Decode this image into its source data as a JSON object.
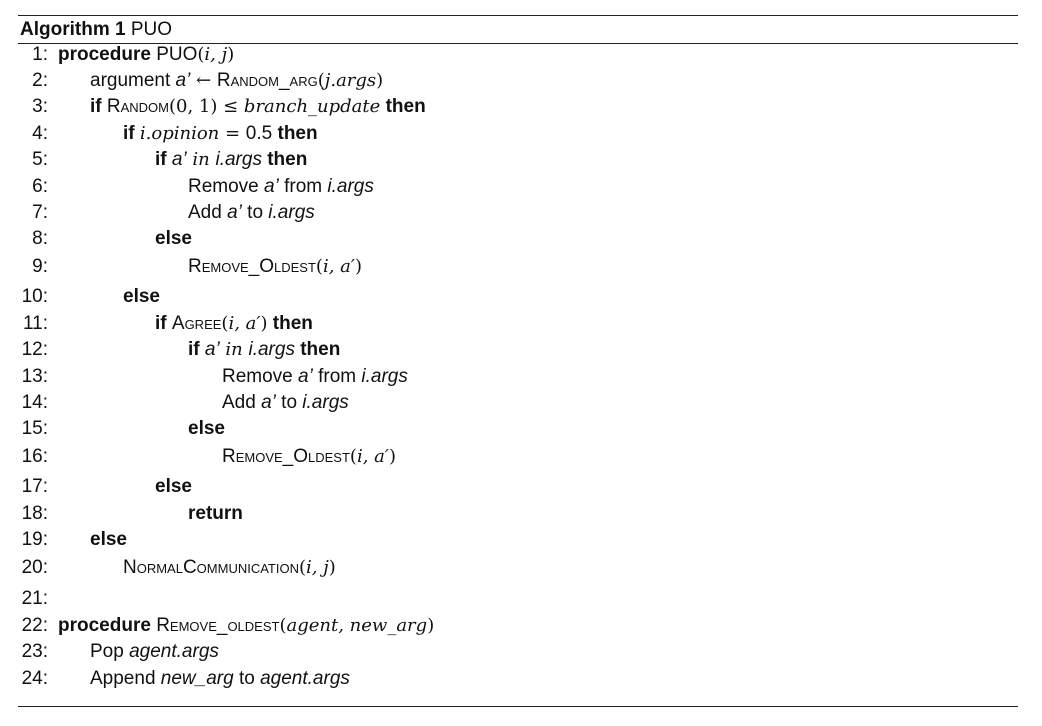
{
  "algorithm": {
    "label": "Algorithm 1",
    "name": "PUO"
  },
  "lines": [
    {
      "n": "1:",
      "indent": 0,
      "parts": [
        [
          "kw",
          "procedure"
        ],
        [
          "t",
          " PUO"
        ],
        [
          "mr",
          "("
        ],
        [
          "m",
          "i, j"
        ],
        [
          "mr",
          ")"
        ]
      ]
    },
    {
      "n": "2:",
      "indent": 1,
      "parts": [
        [
          "t",
          "argument "
        ],
        [
          "it",
          "a’"
        ],
        [
          "mr",
          " ← "
        ],
        [
          "sc",
          "Random_arg"
        ],
        [
          "mr",
          "("
        ],
        [
          "m",
          "j.args"
        ],
        [
          "mr",
          ")"
        ]
      ]
    },
    {
      "n": "3:",
      "indent": 1,
      "parts": [
        [
          "kw",
          "if"
        ],
        [
          "t",
          " "
        ],
        [
          "sc",
          "Random"
        ],
        [
          "mr",
          "(0, 1) ≤ "
        ],
        [
          "m",
          "branch_update"
        ],
        [
          "t",
          " "
        ],
        [
          "kw",
          "then"
        ]
      ]
    },
    {
      "n": "4:",
      "indent": 2,
      "parts": [
        [
          "kw",
          "if"
        ],
        [
          "t",
          " "
        ],
        [
          "m",
          "i.opinion"
        ],
        [
          "mr",
          " = "
        ],
        [
          "t",
          "0.5 "
        ],
        [
          "kw",
          "then"
        ]
      ]
    },
    {
      "n": "5:",
      "indent": 3,
      "parts": [
        [
          "kw",
          "if"
        ],
        [
          "t",
          " "
        ],
        [
          "it",
          "a’"
        ],
        [
          "m",
          " in "
        ],
        [
          "it",
          "i.args"
        ],
        [
          "t",
          " "
        ],
        [
          "kw",
          "then"
        ]
      ]
    },
    {
      "n": "6:",
      "indent": 4,
      "parts": [
        [
          "t",
          "Remove "
        ],
        [
          "it",
          "a’"
        ],
        [
          "t",
          " from "
        ],
        [
          "it",
          "i.args"
        ]
      ]
    },
    {
      "n": "7:",
      "indent": 4,
      "parts": [
        [
          "t",
          "Add "
        ],
        [
          "it",
          "a’"
        ],
        [
          "t",
          " to "
        ],
        [
          "it",
          "i.args"
        ]
      ]
    },
    {
      "n": "8:",
      "indent": 3,
      "parts": [
        [
          "kw",
          "else"
        ]
      ]
    },
    {
      "n": "9:",
      "indent": 4,
      "parts": [
        [
          "sc",
          "Remove_Oldest"
        ],
        [
          "mr",
          "("
        ],
        [
          "m",
          "i, a′"
        ],
        [
          "mr",
          ")"
        ]
      ]
    },
    {
      "n": "10:",
      "indent": 2,
      "parts": [
        [
          "kw",
          "else"
        ]
      ]
    },
    {
      "n": "11:",
      "indent": 3,
      "parts": [
        [
          "kw",
          "if"
        ],
        [
          "t",
          " "
        ],
        [
          "sc",
          "Agree"
        ],
        [
          "mr",
          "("
        ],
        [
          "m",
          "i, a′"
        ],
        [
          "mr",
          ")"
        ],
        [
          "t",
          " "
        ],
        [
          "kw",
          "then"
        ]
      ]
    },
    {
      "n": "12:",
      "indent": 4,
      "parts": [
        [
          "kw",
          "if"
        ],
        [
          "t",
          " "
        ],
        [
          "it",
          "a’"
        ],
        [
          "m",
          " in "
        ],
        [
          "it",
          "i.args"
        ],
        [
          "t",
          " "
        ],
        [
          "kw",
          "then"
        ]
      ]
    },
    {
      "n": "13:",
      "indent": 5,
      "parts": [
        [
          "t",
          "Remove "
        ],
        [
          "it",
          "a’"
        ],
        [
          "t",
          " from "
        ],
        [
          "it",
          "i.args"
        ]
      ]
    },
    {
      "n": "14:",
      "indent": 5,
      "parts": [
        [
          "t",
          "Add "
        ],
        [
          "it",
          "a’"
        ],
        [
          "t",
          " to "
        ],
        [
          "it",
          "i.args"
        ]
      ]
    },
    {
      "n": "15:",
      "indent": 4,
      "parts": [
        [
          "kw",
          "else"
        ]
      ]
    },
    {
      "n": "16:",
      "indent": 5,
      "parts": [
        [
          "sc",
          "Remove_Oldest"
        ],
        [
          "mr",
          "("
        ],
        [
          "m",
          "i, a′"
        ],
        [
          "mr",
          ")"
        ]
      ]
    },
    {
      "n": "17:",
      "indent": 3,
      "parts": [
        [
          "kw",
          "else"
        ]
      ]
    },
    {
      "n": "18:",
      "indent": 4,
      "parts": [
        [
          "kw",
          "return"
        ]
      ]
    },
    {
      "n": "19:",
      "indent": 1,
      "parts": [
        [
          "kw",
          "else"
        ]
      ]
    },
    {
      "n": "20:",
      "indent": 2,
      "parts": [
        [
          "sc",
          "NormalCommunication"
        ],
        [
          "mr",
          "("
        ],
        [
          "m",
          "i, j"
        ],
        [
          "mr",
          ")"
        ]
      ]
    },
    {
      "n": "21:",
      "indent": 0,
      "parts": []
    },
    {
      "n": "22:",
      "indent": 0,
      "parts": [
        [
          "kw",
          "procedure"
        ],
        [
          "t",
          " "
        ],
        [
          "sc",
          "Remove_oldest"
        ],
        [
          "mr",
          "("
        ],
        [
          "m",
          "agent, new_arg"
        ],
        [
          "mr",
          ")"
        ]
      ]
    },
    {
      "n": "23:",
      "indent": 1,
      "parts": [
        [
          "t",
          "Pop "
        ],
        [
          "it",
          "agent.args"
        ]
      ]
    },
    {
      "n": "24:",
      "indent": 1,
      "parts": [
        [
          "t",
          "Append "
        ],
        [
          "it",
          "new_arg"
        ],
        [
          "t",
          " to "
        ],
        [
          "it",
          "agent.args"
        ]
      ]
    }
  ]
}
